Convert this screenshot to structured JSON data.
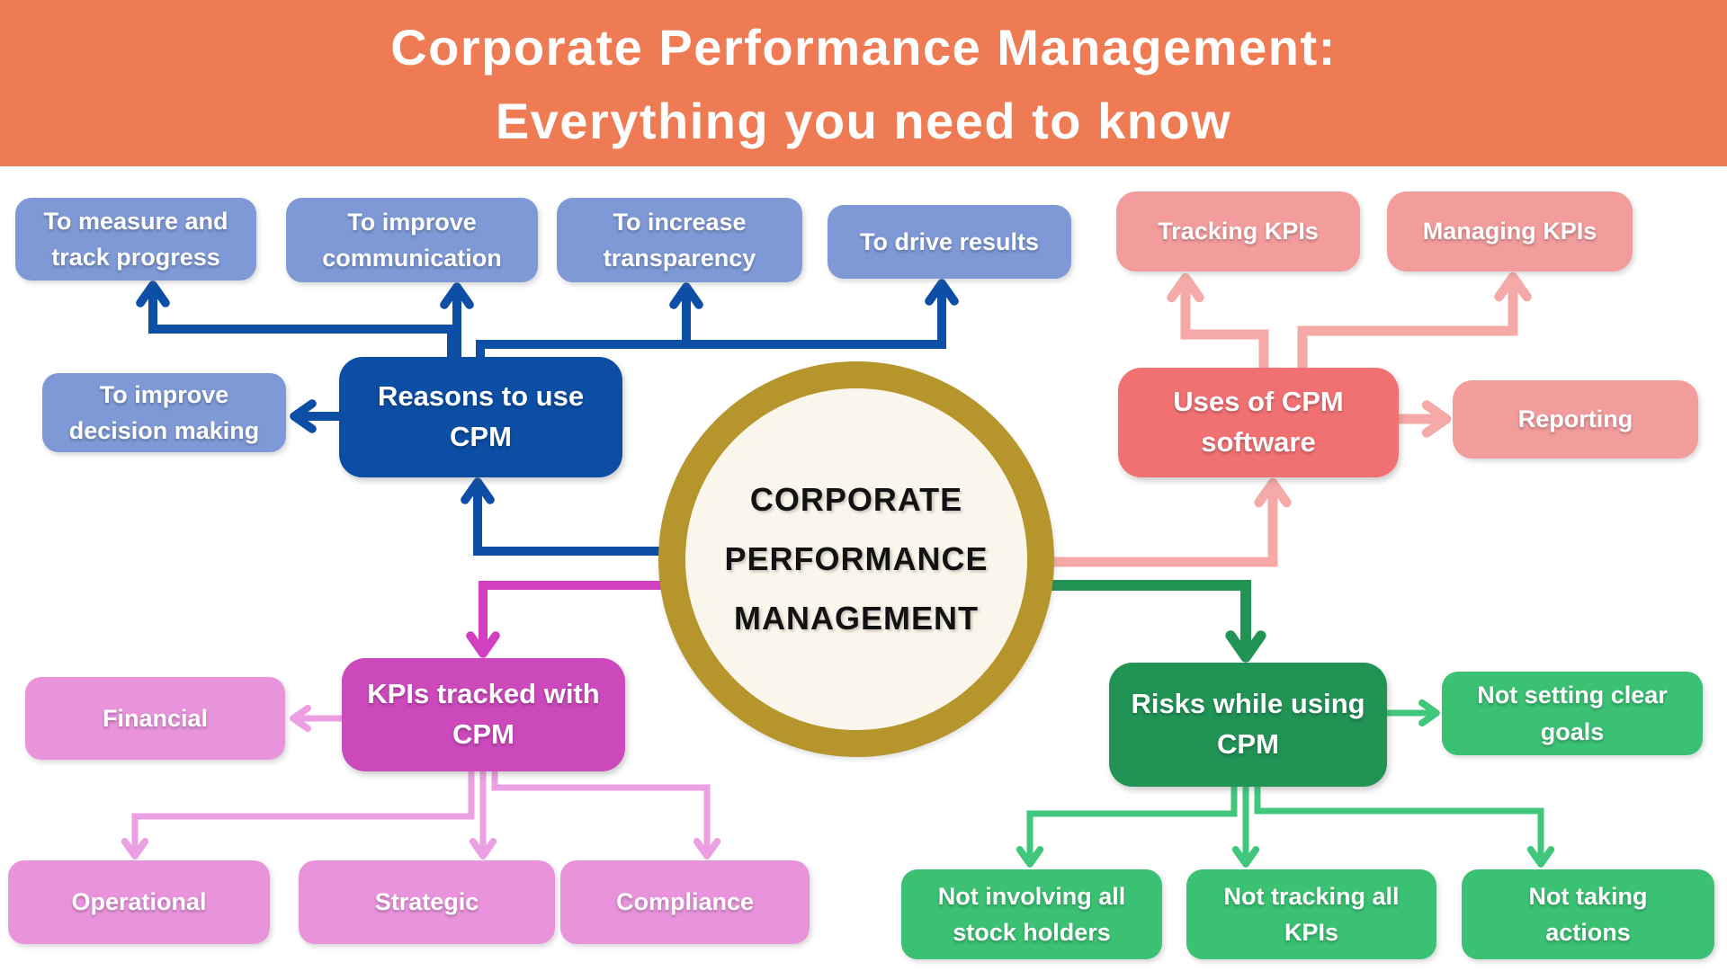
{
  "banner": {
    "title_line1": "Corporate Performance Management:",
    "title_line2": "Everything you need to know"
  },
  "center": {
    "lines": [
      "CORPORATE",
      "PERFORMANCE",
      "MANAGEMENT"
    ]
  },
  "branches": {
    "reasons": {
      "label": "Reasons to use CPM",
      "children": [
        {
          "label": "To measure and track progress"
        },
        {
          "label": "To improve communication"
        },
        {
          "label": "To increase transparency"
        },
        {
          "label": "To drive results"
        },
        {
          "label": "To improve decision making"
        }
      ]
    },
    "uses": {
      "label": "Uses of CPM software",
      "children": [
        {
          "label": "Tracking KPIs"
        },
        {
          "label": "Managing KPIs"
        },
        {
          "label": "Reporting"
        }
      ]
    },
    "kpis": {
      "label": "KPIs tracked with CPM",
      "children": [
        {
          "label": "Financial"
        },
        {
          "label": "Operational"
        },
        {
          "label": "Strategic"
        },
        {
          "label": "Compliance"
        }
      ]
    },
    "risks": {
      "label": "Risks while using CPM",
      "children": [
        {
          "label": "Not setting clear goals"
        },
        {
          "label": "Not involving all stock holders"
        },
        {
          "label": "Not tracking all KPIs"
        },
        {
          "label": "Not taking actions"
        }
      ]
    }
  },
  "colors": {
    "bg": "#FFFFFF",
    "banner_bg": "#EE7B54",
    "blue_dark": "#0B4EA3",
    "blue_light": "#7E99D6",
    "blue_line": "#0D4FA6",
    "salmon_dark": "#F17173",
    "salmon_light": "#F29C9C",
    "salmon_line": "#F5AAA7",
    "magenta": "#CC49BC",
    "magenta_line": "#D23FC0",
    "pink_light": "#E893DB",
    "pink_line": "#EC9FE2",
    "green_dark": "#219355",
    "green_light": "#3BC173",
    "green_line": "#41C77B",
    "gold": "#B6952C",
    "cream": "#FBF6EB",
    "center_text": "#121212"
  }
}
